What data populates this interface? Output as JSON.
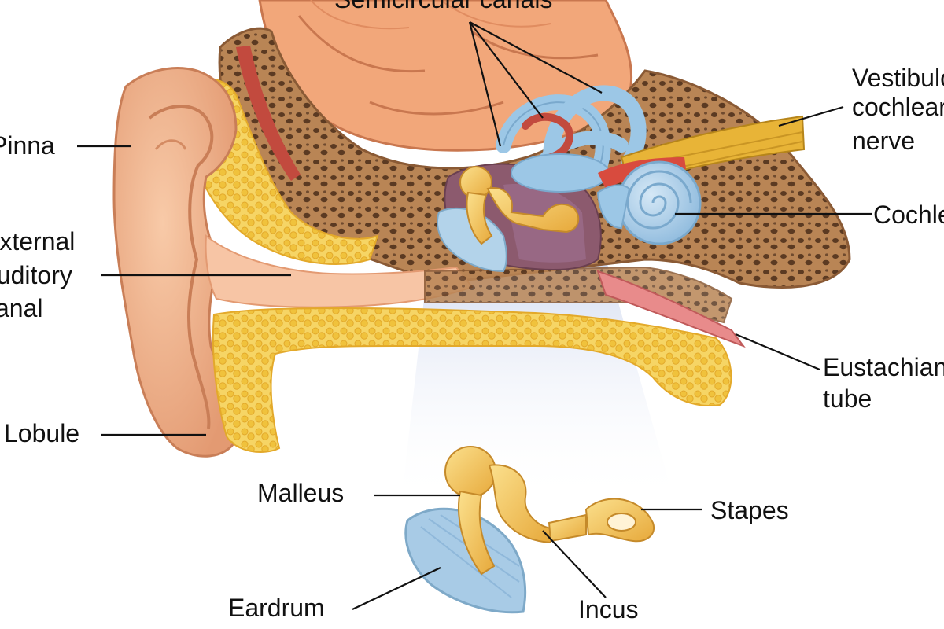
{
  "labels": {
    "semicircular_canals": "Semicircular canals",
    "vestibulocochlear_line1": "Vestibulo-",
    "vestibulocochlear_line2": "cochlear",
    "vestibulocochlear_line3": "nerve",
    "pinna": "Pinna",
    "cochlea": "Cochlea",
    "external_line1": "External",
    "external_line2": "auditory",
    "external_line3": "canal",
    "eustachian_line1": "Eustachian",
    "eustachian_line2": "tube",
    "lobule": "Lobule",
    "malleus": "Malleus",
    "stapes": "Stapes",
    "eardrum": "Eardrum",
    "incus": "Incus"
  },
  "colors": {
    "skin": "#f2b48c",
    "skin_dark": "#d98f6a",
    "bone": "#b98555",
    "bone_pore": "#5b3a22",
    "fat": "#f3cc4f",
    "canal_pink": "#f7c5a5",
    "brain": "#f2a77a",
    "inner_ear": "#9cc7e6",
    "ossicle": "#f2c15a",
    "nerve": "#e8b437",
    "middle_ear": "#8c5a6e",
    "beam": "#cfd9ef"
  }
}
